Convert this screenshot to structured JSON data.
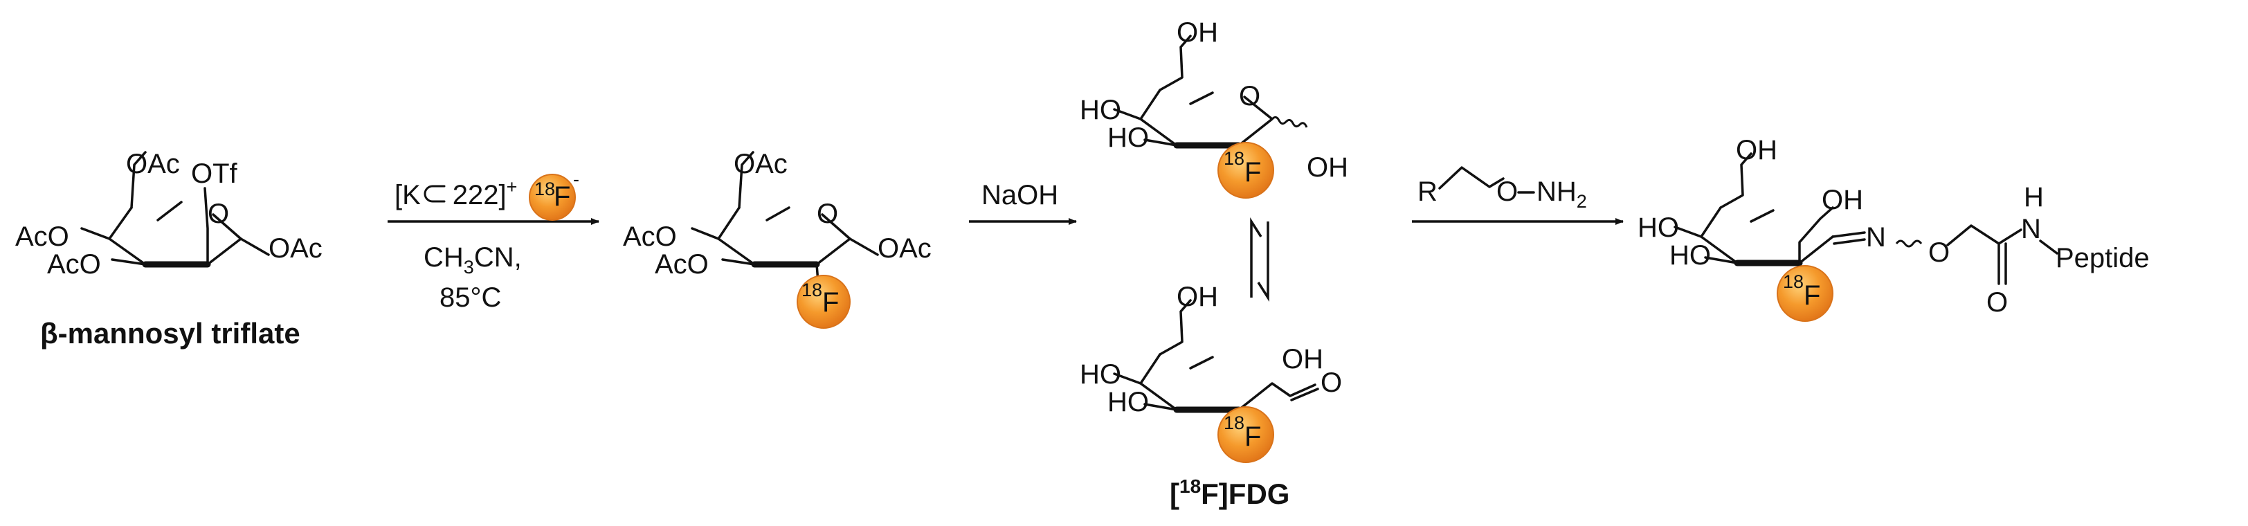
{
  "palette": {
    "ink": "#111111",
    "fluorine_badge": "#f59a2c",
    "fluorine_badge_edge": "#d9731a"
  },
  "labels": {
    "OAc": "OAc",
    "OTf": "OTf",
    "AcO": "AcO",
    "O": "O",
    "OH": "OH",
    "HO": "HO",
    "F": "F",
    "iso18": "18",
    "N": "N",
    "H": "H",
    "R": "R",
    "NH2": "NH",
    "sub2": "2",
    "peptide": "Peptide"
  },
  "compounds": {
    "start_name": "β-mannosyl triflate",
    "fdg_name_open": "[",
    "fdg_name_iso": "18",
    "fdg_name_rest": "F]FDG"
  },
  "conditions": {
    "step1_reagent_open": "[K",
    "step1_reagent_mid": "222]",
    "step1_plus": "+",
    "step1_minus": "-",
    "step1_solvent": "CH",
    "step1_solvent_sub": "3",
    "step1_solvent_rest": "CN,",
    "step1_temp": "85°C",
    "step2_reagent": "NaOH"
  },
  "icons": [
    "subset-icon",
    "fluorine-18-badge",
    "reaction-arrow",
    "equilibrium-arrows"
  ]
}
